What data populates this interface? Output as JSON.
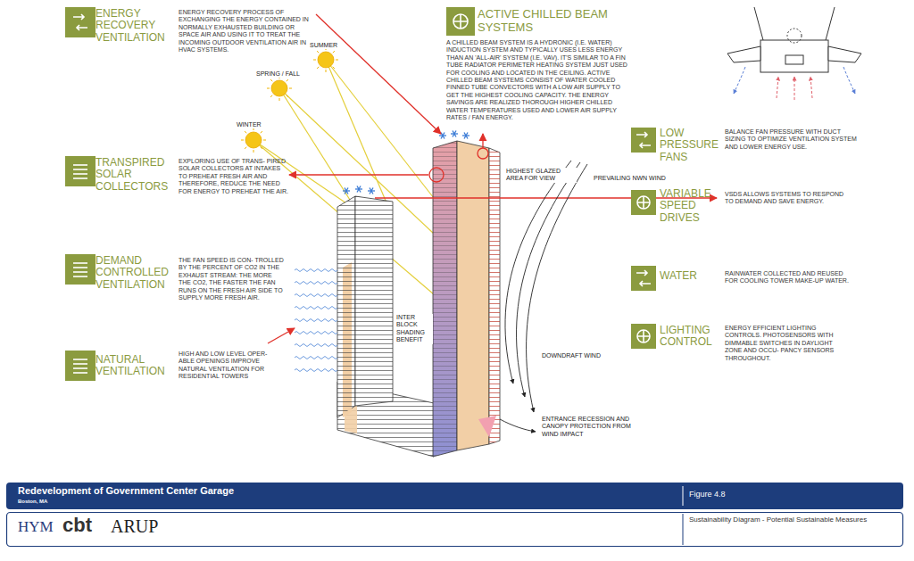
{
  "diagram": {
    "title": "Redevelopment of Government Center Garage",
    "caption": "Sustainability Diagram - Potential Sustainable Measures",
    "nodes": [
      {
        "text": [
          "ENERGY RECOVERY VENTILATION",
          "ENERGY RECOVERY PROCESS OF EXCHANGING THE ENERGY CONTAINED IN NORMALLY EXHAUSTED BUILDING OR SPACE AIR AND USING IT TO TREAT THE INCOMING OUTDOOR VENTILATION AIR IN HVAC SYSTEMS."
        ]
      },
      {
        "text": [
          "ACTIVE CHILLED BEAM SYSTEMS",
          "A CHILLED BEAM SYSTEM IS A HYDRONIC (I.E. WATER) INDUCTION SYSTEM AND TYPICALLY USES LESS ENERGY THAN AN 'ALL-AIR' SYSTEM (I.E. VAV). IT'S SIMILAR TO A FIN TUBE RADIATOR PERIMETER HEATING SYSTEM JUST USED FOR COOLING AND LOCATED IN THE CEILING. ACTIVE CHILLED BEAM SYSTEMS CONSIST OF WATER COOLED FINNED TUBE CONVECTORS WITH A LOW AIR SUPPLY TO GET THE HIGHEST COOLING CAPACITY. THE ENERGY SAVINGS ARE REALIZED THOROUGH HIGHER CHILLED WATER TEMPERATURES USED AND LOWER AIR SUPPLY RATES / FAN ENERGY."
        ]
      },
      {
        "text": [
          "TRANSPIRED SOLAR COLLECTORS",
          "EXPLORING USE OF TRANS- PIRED SOLAR COLLECTORS AT INTAKES TO PREHEAT FRESH AIR AND THEREFORE, REDUCE THE NEED FOR ENERGY TO PREHEAT THE AIR."
        ]
      },
      {
        "text": [
          "LOW PRESSURE FANS",
          "BALANCE FAN PRESSURE WITH DUCT SIZING TO OPTIMIZE VENTILATION SYSTEM AND LOWER ENERGY USE."
        ]
      },
      {
        "text": [
          "VARIABLE SPEED DRIVES",
          "VSDS ALLOWS SYSTEMS TO RESPOND TO DEMAND AND SAVE ENERGY."
        ]
      },
      {
        "text": [
          "DEMAND CONTROLLED VENTILATION",
          "THE FAN SPEED IS CON- TROLLED BY THE PERCENT OF CO2 IN THE EXHAUST STREAM: THE MORE THE CO2, THE FASTER THE FAN RUNS ON THE FRESH AIR SIDE TO SUPPLY MORE FRESH AIR."
        ]
      },
      {
        "text": [
          "WATER",
          "RAINWATER COLLECTED AND REUSED FOR COOLING TOWER MAKE-UP WATER."
        ]
      },
      {
        "text": [
          "LIGHTING CONTROL",
          "ENERGY EFFICIENT LIGHTING CONTROLS. PHOTOSENSORS WITH DIMMABLE SWITCHES IN DAYLIGHT ZONE AND OCCU- PANCY SENSORS THROUGHOUT."
        ]
      },
      {
        "text": [
          "NATURAL VENTILATION",
          "HIGH AND LOW LEVEL OPER- ABLE OPENINGS IMPROVE NATURAL VENTILATION FOR RESIDENTIAL TOWERS"
        ]
      }
    ],
    "labels": [
      "SUMMER",
      "SPRING / FALL",
      "WINTER",
      "HIGHEST GLAZED AREA FOR VIEW",
      "PREVAILING NWN WIND",
      "INTER BLOCK SHADING BENEFIT",
      "DOWNDRAFT WIND",
      "ENTRANCE RECESSION AND CANOPY PROTECTION FROM WIND IMPACT",
      "Boston, MA",
      "Figure 4.8",
      "HYM",
      "cbt",
      "ARUP"
    ]
  }
}
